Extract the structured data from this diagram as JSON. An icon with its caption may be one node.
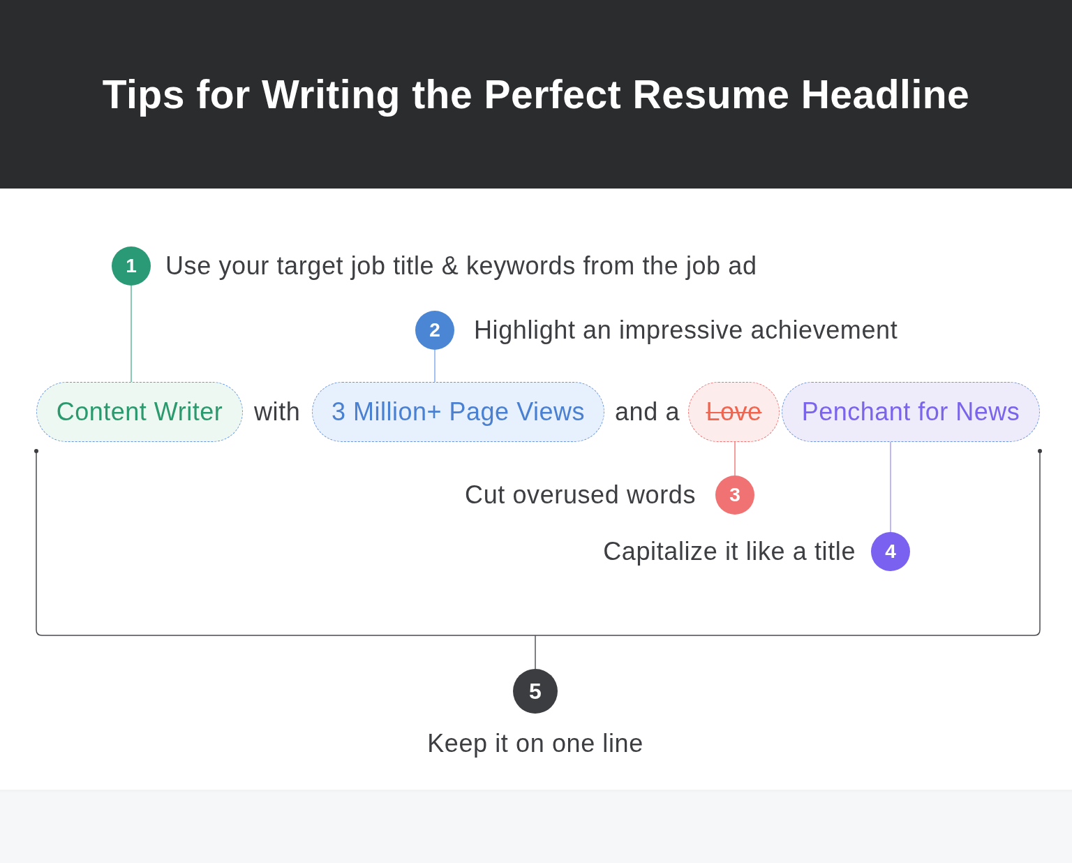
{
  "diagram": {
    "title": "Tips for Writing the Perfect Resume Headline",
    "nodes": [
      {
        "text": [
          "1"
        ],
        "beside": [
          "Use your target job title & keywords from the job ad"
        ]
      },
      {
        "text": [
          "2"
        ],
        "beside": [
          "Highlight an impressive achievement"
        ]
      },
      {
        "text": [
          "Content Writer"
        ]
      },
      {
        "text": [
          "3 Million+ Page Views"
        ]
      },
      {
        "text": [
          "Love"
        ]
      },
      {
        "text": [
          "Penchant for News"
        ]
      },
      {
        "text": [
          "3"
        ],
        "beside": [
          "Cut overused words"
        ]
      },
      {
        "text": [
          "4"
        ],
        "beside": [
          "Capitalize it like a title"
        ]
      },
      {
        "text": [
          "5"
        ],
        "beside": [
          "Keep it on one line"
        ]
      }
    ],
    "edges": [
      {
        "from": 0,
        "to": 2,
        "arrow": "none",
        "color": "#5cb897"
      },
      {
        "from": 1,
        "to": 3,
        "arrow": "none",
        "color": "#86aeea"
      },
      {
        "from": 6,
        "to": 4,
        "arrow": "none",
        "color": "#f07c7c"
      },
      {
        "from": 7,
        "to": 5,
        "arrow": "none",
        "color": "#a9a2f2"
      },
      {
        "from": 8,
        "to": null,
        "arrow": "none",
        "color": "#555659"
      }
    ],
    "labels": [
      "with",
      "and a"
    ]
  }
}
